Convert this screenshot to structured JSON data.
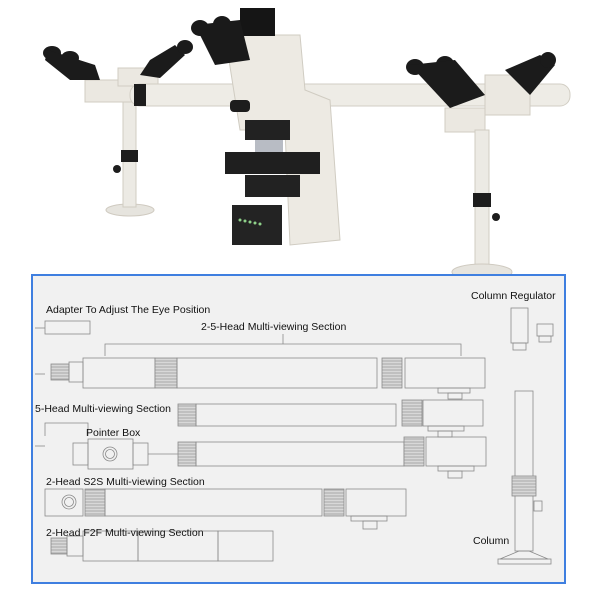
{
  "photo": {
    "subject": "multi-viewing microscope",
    "colors": {
      "body": "#ece9e2",
      "eyepieces": "#1c1c1c",
      "background": "#ffffff"
    }
  },
  "diagram": {
    "border_color": "#3f7fe0",
    "background": "#f1f1f1",
    "labels": {
      "adapter": "Adapter To Adjust The Eye Position",
      "section_2_5": "2-5-Head Multi-viewing Section",
      "column_regulator": "Column Regulator",
      "section_5": "5-Head Multi-viewing Section",
      "pointer_box": "Pointer Box",
      "section_s2s": "2-Head S2S Multi-viewing Section",
      "section_f2f": "2-Head F2F Multi-viewing Section",
      "column": "Column"
    }
  }
}
